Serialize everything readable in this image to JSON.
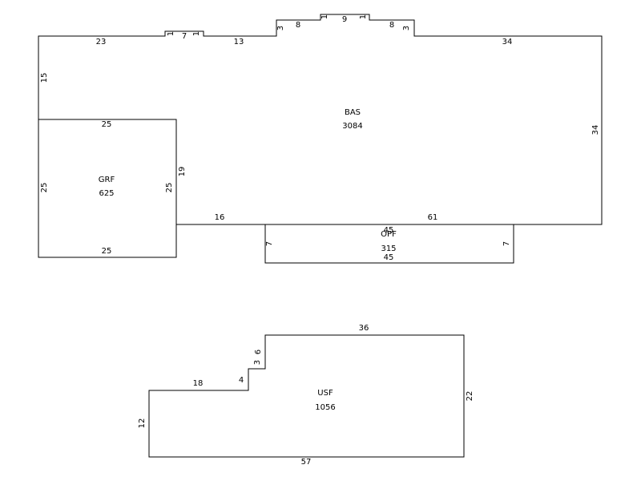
{
  "sections": {
    "bas": {
      "code": "BAS",
      "area": "3084",
      "dims": [
        "23",
        "1",
        "7",
        "1",
        "13",
        "3",
        "8",
        "1",
        "9",
        "1",
        "8",
        "3",
        "34",
        "15",
        "34",
        "16",
        "61"
      ]
    },
    "grf": {
      "code": "GRF",
      "area": "625",
      "dims": [
        "25",
        "25",
        "25",
        "25",
        "19"
      ]
    },
    "opf": {
      "code": "OPF",
      "area": "315",
      "dims": [
        "45",
        "45",
        "7",
        "7"
      ]
    },
    "usf": {
      "code": "USF",
      "area": "1056",
      "dims": [
        "36",
        "6",
        "3",
        "4",
        "18",
        "12",
        "57",
        "22"
      ]
    }
  }
}
